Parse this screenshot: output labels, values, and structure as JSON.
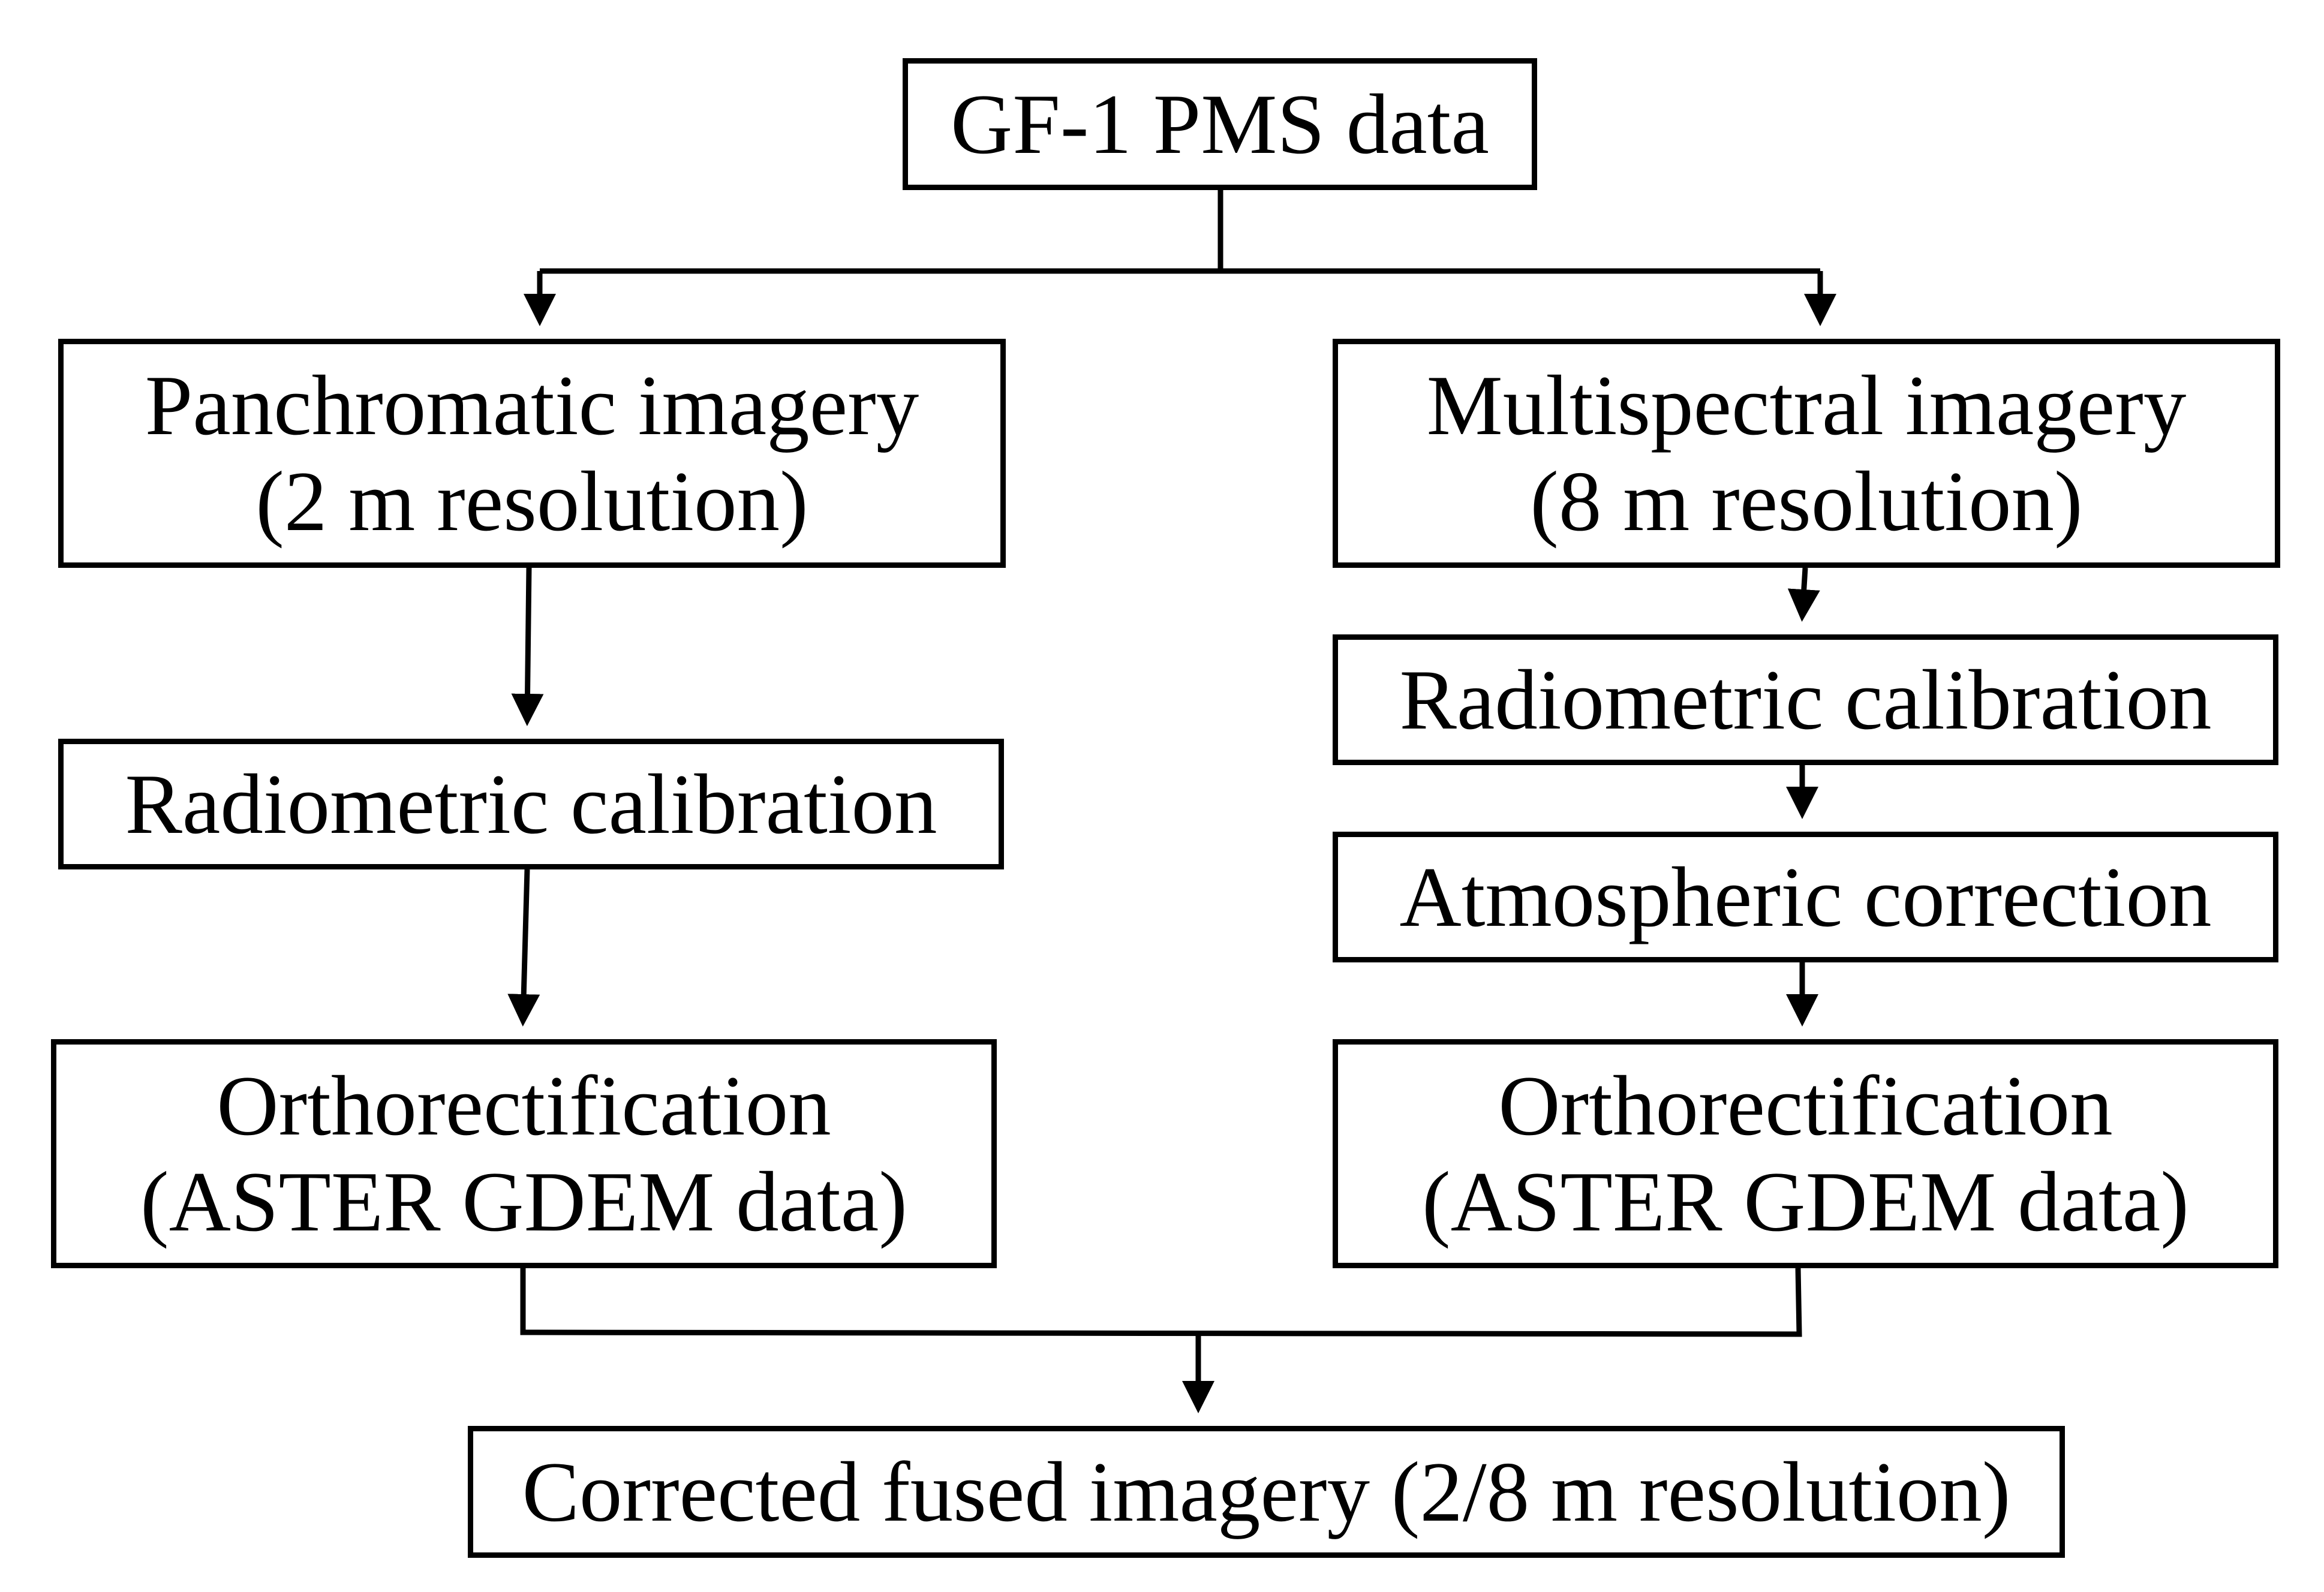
{
  "diagram": {
    "nodes": {
      "source": {
        "lines": [
          "GF-1 PMS data"
        ]
      },
      "panchromatic": {
        "lines": [
          "Panchromatic imagery",
          "(2 m resolution)"
        ]
      },
      "multispectral": {
        "lines": [
          "Multispectral imagery",
          "(8 m resolution)"
        ]
      },
      "radiometric_left": {
        "lines": [
          "Radiometric calibration"
        ]
      },
      "radiometric_right": {
        "lines": [
          "Radiometric calibration"
        ]
      },
      "atmospheric": {
        "lines": [
          "Atmospheric correction"
        ]
      },
      "ortho_left": {
        "lines": [
          "Orthorectification",
          "(ASTER GDEM data)"
        ]
      },
      "ortho_right": {
        "lines": [
          "Orthorectification",
          "(ASTER GDEM data)"
        ]
      },
      "output": {
        "lines": [
          "Corrected fused imagery (2/8 m resolution)"
        ]
      }
    },
    "edges": [
      {
        "from": "source",
        "to": "panchromatic"
      },
      {
        "from": "source",
        "to": "multispectral"
      },
      {
        "from": "panchromatic",
        "to": "radiometric_left"
      },
      {
        "from": "radiometric_left",
        "to": "ortho_left"
      },
      {
        "from": "multispectral",
        "to": "radiometric_right"
      },
      {
        "from": "radiometric_right",
        "to": "atmospheric"
      },
      {
        "from": "atmospheric",
        "to": "ortho_right"
      },
      {
        "from": "ortho_left",
        "to": "output"
      },
      {
        "from": "ortho_right",
        "to": "output"
      }
    ],
    "colors": {
      "stroke": "#000000",
      "fill": "#ffffff",
      "text": "#000000"
    }
  }
}
